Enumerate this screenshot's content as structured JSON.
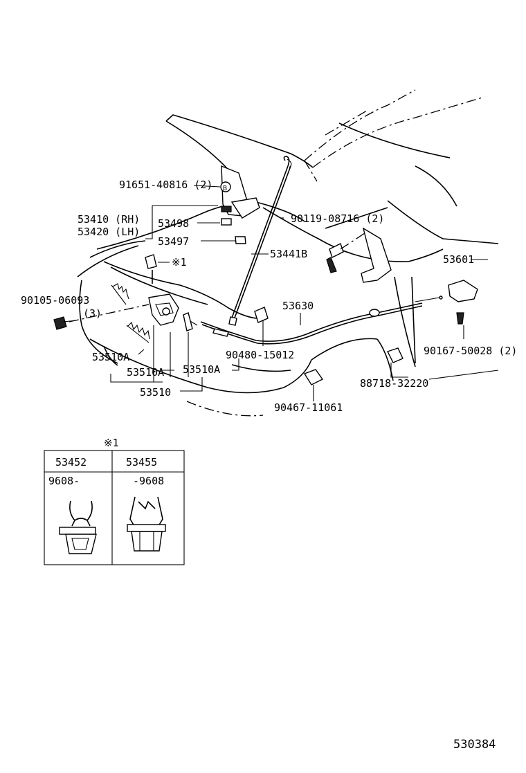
{
  "labels": {
    "p91651": "91651-40816 (2)",
    "p53410": "53410 (RH)",
    "p53420": "53420 (LH)",
    "p53498": "53498",
    "p53497": "53497",
    "p53441B": "53441B",
    "p90119": "90119-08716 (2)",
    "mark1": "※1",
    "p53601": "53601",
    "p90105": "90105-06093",
    "qty3": "(3)",
    "p53630": "53630",
    "p90167": "90167-50028 (2)",
    "p90480": "90480-15012",
    "p53510A_1": "53510A",
    "p53510A_2": "53510A",
    "p53510A_3": "53510A",
    "p53510": "53510",
    "p88718": "88718-32220",
    "p90467": "90467-11061",
    "badgeB": "B"
  },
  "inset": {
    "mark": "※1",
    "col1_part": "53452",
    "col2_part": "53455",
    "col1_range": "9608-",
    "col2_range": "-9608"
  },
  "figure_code": "530384"
}
